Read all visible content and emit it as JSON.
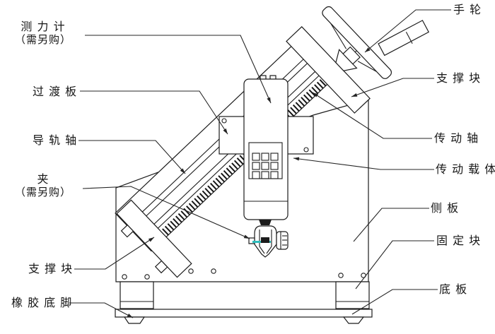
{
  "figure": {
    "type": "technical-diagram",
    "subject": "manual force test stand part callouts",
    "labels": {
      "dynamometer": {
        "line1": "测 力 计",
        "line2": "（需另购）"
      },
      "transition_plate": "过 渡 板",
      "guide_rail_shaft": "导 轨 轴",
      "clamp": {
        "line1": "夹",
        "line2": "（需另购）"
      },
      "support_block_left": "支 撑 块",
      "rubber_feet": "橡 胶 底 脚",
      "handwheel": "手 轮",
      "support_block_right": "支 撑 块",
      "drive_shaft": "传 动 轴",
      "drive_carrier": "传 动 载 体",
      "side_plate": "侧 板",
      "fixing_block": "固 定 块",
      "base_plate": "底 板"
    },
    "colors": {
      "line": "#1c1c1c",
      "background": "#ffffff",
      "clamp_accent": "#2fbdbd"
    }
  }
}
